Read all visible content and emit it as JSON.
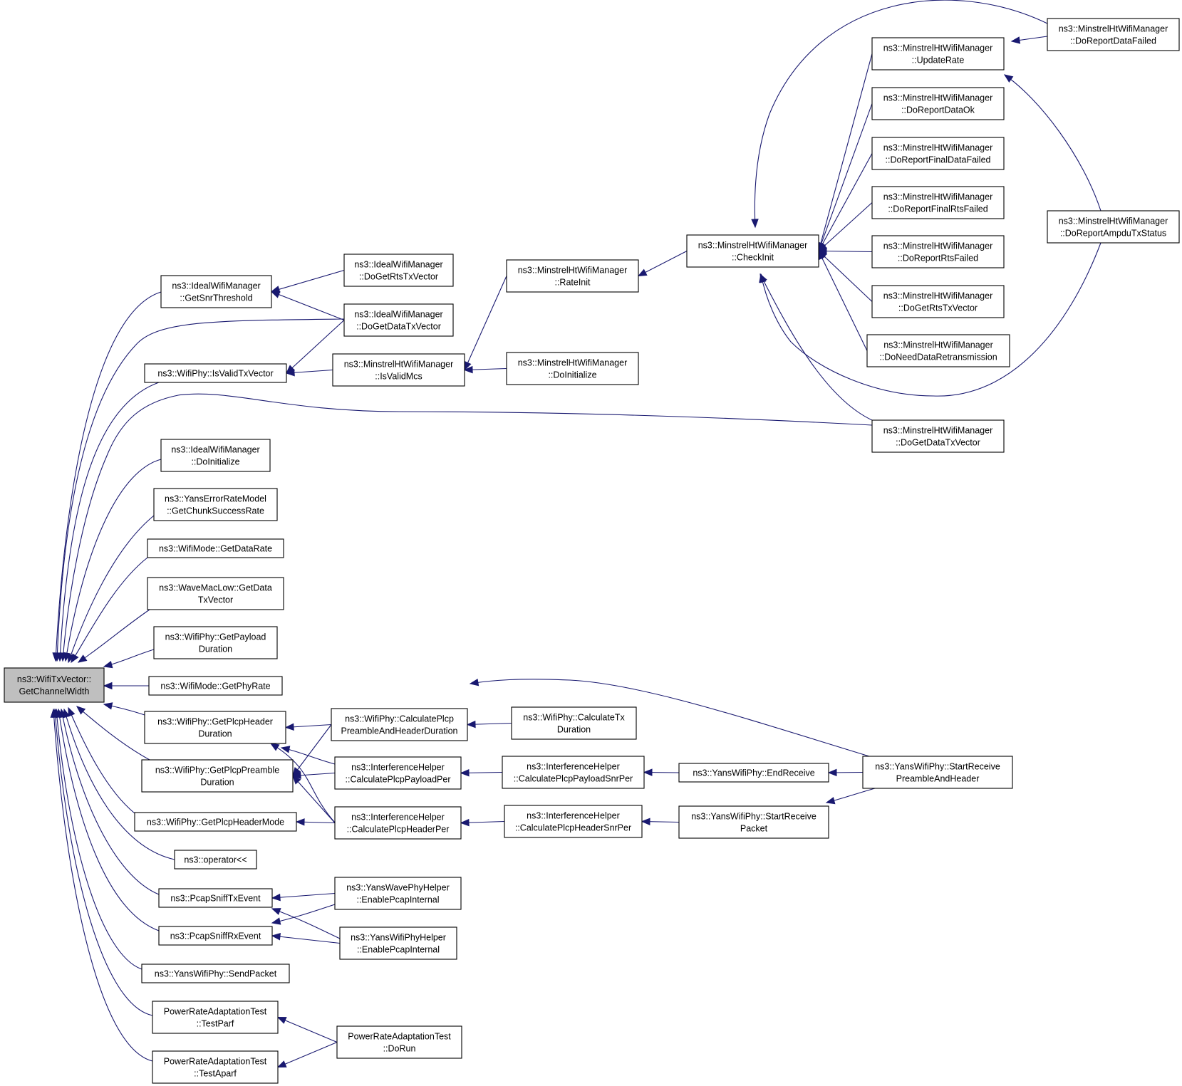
{
  "graph": {
    "edge_color": "#191970",
    "root_fill": "#bfbfbf",
    "node_fill": "#ffffff",
    "nodes": [
      {
        "id": "root",
        "lines": [
          "ns3::WifiTxVector::",
          "GetChannelWidth"
        ]
      },
      {
        "id": "ideal_getsnr",
        "lines": [
          "ns3::IdealWifiManager",
          "::GetSnrThreshold"
        ]
      },
      {
        "id": "ideal_dogetrts",
        "lines": [
          "ns3::IdealWifiManager",
          "::DoGetRtsTxVector"
        ]
      },
      {
        "id": "ideal_dogetdata",
        "lines": [
          "ns3::IdealWifiManager",
          "::DoGetDataTxVector"
        ]
      },
      {
        "id": "isvalidtx",
        "lines": [
          "ns3::WifiPhy::IsValidTxVector"
        ]
      },
      {
        "id": "mht_isvalidmcs",
        "lines": [
          "ns3::MinstrelHtWifiManager",
          "::IsValidMcs"
        ]
      },
      {
        "id": "mht_doinit",
        "lines": [
          "ns3::MinstrelHtWifiManager",
          "::DoInitialize"
        ]
      },
      {
        "id": "mht_rateinit",
        "lines": [
          "ns3::MinstrelHtWifiManager",
          "::RateInit"
        ]
      },
      {
        "id": "mht_checkinit",
        "lines": [
          "ns3::MinstrelHtWifiManager",
          "::CheckInit"
        ]
      },
      {
        "id": "mht_updaterate",
        "lines": [
          "ns3::MinstrelHtWifiManager",
          "::UpdateRate"
        ]
      },
      {
        "id": "mht_reportdatafailed",
        "lines": [
          "ns3::MinstrelHtWifiManager",
          "::DoReportDataFailed"
        ]
      },
      {
        "id": "mht_reportdataok",
        "lines": [
          "ns3::MinstrelHtWifiManager",
          "::DoReportDataOk"
        ]
      },
      {
        "id": "mht_reportfinaldata",
        "lines": [
          "ns3::MinstrelHtWifiManager",
          "::DoReportFinalDataFailed"
        ]
      },
      {
        "id": "mht_reportfinalrts",
        "lines": [
          "ns3::MinstrelHtWifiManager",
          "::DoReportFinalRtsFailed"
        ]
      },
      {
        "id": "mht_reportrtsfailed",
        "lines": [
          "ns3::MinstrelHtWifiManager",
          "::DoReportRtsFailed"
        ]
      },
      {
        "id": "mht_dogetrts",
        "lines": [
          "ns3::MinstrelHtWifiManager",
          "::DoGetRtsTxVector"
        ]
      },
      {
        "id": "mht_doneeddata",
        "lines": [
          "ns3::MinstrelHtWifiManager",
          "::DoNeedDataRetransmission"
        ]
      },
      {
        "id": "mht_dogetdata",
        "lines": [
          "ns3::MinstrelHtWifiManager",
          "::DoGetDataTxVector"
        ]
      },
      {
        "id": "mht_ampdu",
        "lines": [
          "ns3::MinstrelHtWifiManager",
          "::DoReportAmpduTxStatus"
        ]
      },
      {
        "id": "ideal_doinit",
        "lines": [
          "ns3::IdealWifiManager",
          "::DoInitialize"
        ]
      },
      {
        "id": "yans_errchunk",
        "lines": [
          "ns3::YansErrorRateModel",
          "::GetChunkSuccessRate"
        ]
      },
      {
        "id": "wifimode_datarate",
        "lines": [
          "ns3::WifiMode::GetDataRate"
        ]
      },
      {
        "id": "wavemac",
        "lines": [
          "ns3::WaveMacLow::GetData",
          "TxVector"
        ]
      },
      {
        "id": "phy_payloaddur",
        "lines": [
          "ns3::WifiPhy::GetPayload",
          "Duration"
        ]
      },
      {
        "id": "wifimode_phyrate",
        "lines": [
          "ns3::WifiMode::GetPhyRate"
        ]
      },
      {
        "id": "phy_hdrdur",
        "lines": [
          "ns3::WifiPhy::GetPlcpHeader",
          "Duration"
        ]
      },
      {
        "id": "phy_preambledur",
        "lines": [
          "ns3::WifiPhy::GetPlcpPreamble",
          "Duration"
        ]
      },
      {
        "id": "phy_hdrmode",
        "lines": [
          "ns3::WifiPhy::GetPlcpHeaderMode"
        ]
      },
      {
        "id": "op_lshift",
        "lines": [
          "ns3::operator<<"
        ]
      },
      {
        "id": "pcap_tx",
        "lines": [
          "ns3::PcapSniffTxEvent"
        ]
      },
      {
        "id": "pcap_rx",
        "lines": [
          "ns3::PcapSniffRxEvent"
        ]
      },
      {
        "id": "yans_sendpacket",
        "lines": [
          "ns3::YansWifiPhy::SendPacket"
        ]
      },
      {
        "id": "test_parf",
        "lines": [
          "PowerRateAdaptationTest",
          "::TestParf"
        ]
      },
      {
        "id": "test_aparf",
        "lines": [
          "PowerRateAdaptationTest",
          "::TestAparf"
        ]
      },
      {
        "id": "calc_preamblehdr",
        "lines": [
          "ns3::WifiPhy::CalculatePlcp",
          "PreambleAndHeaderDuration"
        ]
      },
      {
        "id": "calc_txdur",
        "lines": [
          "ns3::WifiPhy::CalculateTx",
          "Duration"
        ]
      },
      {
        "id": "ih_payloadper",
        "lines": [
          "ns3::InterferenceHelper",
          "::CalculatePlcpPayloadPer"
        ]
      },
      {
        "id": "ih_headerper",
        "lines": [
          "ns3::InterferenceHelper",
          "::CalculatePlcpHeaderPer"
        ]
      },
      {
        "id": "ih_payloadsnr",
        "lines": [
          "ns3::InterferenceHelper",
          "::CalculatePlcpPayloadSnrPer"
        ]
      },
      {
        "id": "ih_headersnr",
        "lines": [
          "ns3::InterferenceHelper",
          "::CalculatePlcpHeaderSnrPer"
        ]
      },
      {
        "id": "yans_endreceive",
        "lines": [
          "ns3::YansWifiPhy::EndReceive"
        ]
      },
      {
        "id": "yans_startrxpacket",
        "lines": [
          "ns3::YansWifiPhy::StartReceive",
          "Packet"
        ]
      },
      {
        "id": "yans_startrxpreamble",
        "lines": [
          "ns3::YansWifiPhy::StartReceive",
          "PreambleAndHeader"
        ]
      },
      {
        "id": "wave_enablepcap",
        "lines": [
          "ns3::YansWavePhyHelper",
          "::EnablePcapInternal"
        ]
      },
      {
        "id": "yanshelper_enablepcap",
        "lines": [
          "ns3::YansWifiPhyHelper",
          "::EnablePcapInternal"
        ]
      },
      {
        "id": "test_dorun",
        "lines": [
          "PowerRateAdaptationTest",
          "::DoRun"
        ]
      }
    ],
    "edges": [
      {
        "from": "ideal_getsnr",
        "to": "root"
      },
      {
        "from": "ideal_dogetdata",
        "to": "root"
      },
      {
        "from": "isvalidtx",
        "to": "root"
      },
      {
        "from": "mht_dogetdata",
        "to": "root"
      },
      {
        "from": "ideal_doinit",
        "to": "root"
      },
      {
        "from": "yans_errchunk",
        "to": "root"
      },
      {
        "from": "wifimode_datarate",
        "to": "root"
      },
      {
        "from": "wavemac",
        "to": "root"
      },
      {
        "from": "phy_payloaddur",
        "to": "root"
      },
      {
        "from": "wifimode_phyrate",
        "to": "root"
      },
      {
        "from": "phy_hdrdur",
        "to": "root"
      },
      {
        "from": "phy_preambledur",
        "to": "root"
      },
      {
        "from": "phy_hdrmode",
        "to": "root"
      },
      {
        "from": "op_lshift",
        "to": "root"
      },
      {
        "from": "pcap_tx",
        "to": "root"
      },
      {
        "from": "pcap_rx",
        "to": "root"
      },
      {
        "from": "yans_sendpacket",
        "to": "root"
      },
      {
        "from": "test_parf",
        "to": "root"
      },
      {
        "from": "test_aparf",
        "to": "root"
      },
      {
        "from": "ideal_dogetrts",
        "to": "ideal_getsnr"
      },
      {
        "from": "ideal_dogetdata",
        "to": "ideal_getsnr"
      },
      {
        "from": "ideal_dogetdata",
        "to": "isvalidtx"
      },
      {
        "from": "mht_isvalidmcs",
        "to": "isvalidtx"
      },
      {
        "from": "mht_doinit",
        "to": "mht_isvalidmcs"
      },
      {
        "from": "mht_rateinit",
        "to": "mht_isvalidmcs"
      },
      {
        "from": "mht_checkinit",
        "to": "mht_rateinit"
      },
      {
        "from": "mht_updaterate",
        "to": "mht_checkinit"
      },
      {
        "from": "mht_reportdataok",
        "to": "mht_checkinit"
      },
      {
        "from": "mht_reportfinaldata",
        "to": "mht_checkinit"
      },
      {
        "from": "mht_reportfinalrts",
        "to": "mht_checkinit"
      },
      {
        "from": "mht_reportrtsfailed",
        "to": "mht_checkinit"
      },
      {
        "from": "mht_dogetrts",
        "to": "mht_checkinit"
      },
      {
        "from": "mht_doneeddata",
        "to": "mht_checkinit"
      },
      {
        "from": "mht_dogetdata",
        "to": "mht_checkinit"
      },
      {
        "from": "mht_reportdatafailed",
        "to": "mht_checkinit"
      },
      {
        "from": "mht_ampdu",
        "to": "mht_checkinit"
      },
      {
        "from": "mht_reportdatafailed",
        "to": "mht_updaterate"
      },
      {
        "from": "mht_ampdu",
        "to": "mht_updaterate"
      },
      {
        "from": "calc_preamblehdr",
        "to": "phy_hdrdur"
      },
      {
        "from": "ih_headerper",
        "to": "phy_hdrdur"
      },
      {
        "from": "calc_preamblehdr",
        "to": "phy_preambledur"
      },
      {
        "from": "ih_payloadper",
        "to": "phy_preambledur"
      },
      {
        "from": "ih_headerper",
        "to": "phy_preambledur"
      },
      {
        "from": "ih_payloadper",
        "to": "phy_hdrdur"
      },
      {
        "from": "ih_headerper",
        "to": "phy_hdrmode"
      },
      {
        "from": "calc_txdur",
        "to": "calc_preamblehdr"
      },
      {
        "from": "yans_startrxpreamble",
        "to": "calc_preamblehdr"
      },
      {
        "from": "ih_payloadsnr",
        "to": "ih_payloadper"
      },
      {
        "from": "ih_headersnr",
        "to": "ih_headerper"
      },
      {
        "from": "yans_endreceive",
        "to": "ih_payloadsnr"
      },
      {
        "from": "yans_startrxpacket",
        "to": "ih_headersnr"
      },
      {
        "from": "yans_startrxpreamble",
        "to": "yans_endreceive"
      },
      {
        "from": "yans_startrxpreamble",
        "to": "yans_startrxpacket"
      },
      {
        "from": "wave_enablepcap",
        "to": "pcap_tx"
      },
      {
        "from": "yanshelper_enablepcap",
        "to": "pcap_tx"
      },
      {
        "from": "wave_enablepcap",
        "to": "pcap_rx"
      },
      {
        "from": "yanshelper_enablepcap",
        "to": "pcap_rx"
      },
      {
        "from": "test_dorun",
        "to": "test_parf"
      },
      {
        "from": "test_dorun",
        "to": "test_aparf"
      }
    ]
  }
}
